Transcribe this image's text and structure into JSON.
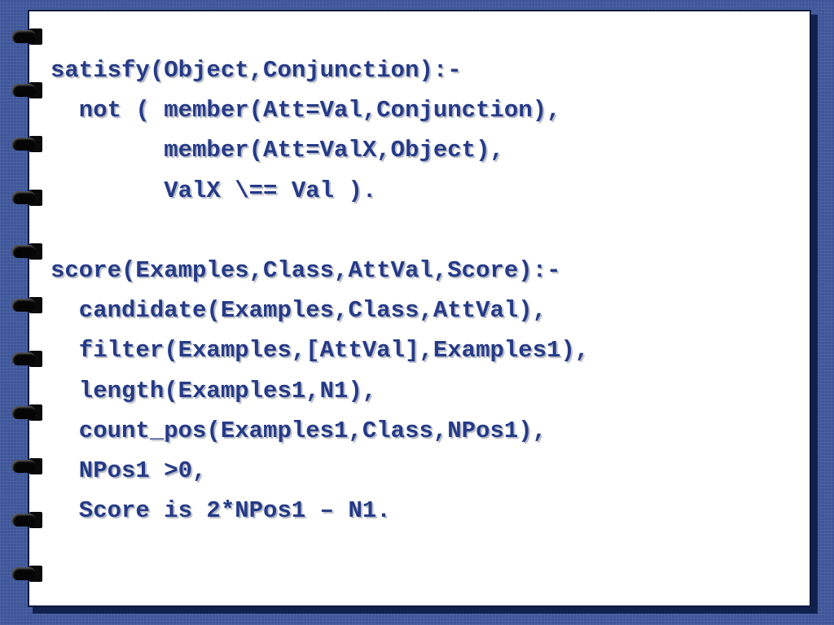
{
  "slide": {
    "code_lines": [
      "satisfy(Object,Conjunction):-",
      "  not ( member(Att=Val,Conjunction),",
      "        member(Att=ValX,Object),",
      "        ValX \\== Val ).",
      "",
      "score(Examples,Class,AttVal,Score):-",
      "  candidate(Examples,Class,AttVal),",
      "  filter(Examples,[AttVal],Examples1),",
      "  length(Examples1,N1),",
      "  count_pos(Examples1,Class,NPos1),",
      "  NPos1 >0,",
      "  Score is 2*NPos1 – N1."
    ]
  },
  "colors": {
    "background": "#3e5699",
    "page": "#ffffff",
    "text": "#253a87",
    "binder_ring": "#050505"
  },
  "icons": {
    "binder_ring": "binder-ring-icon"
  }
}
